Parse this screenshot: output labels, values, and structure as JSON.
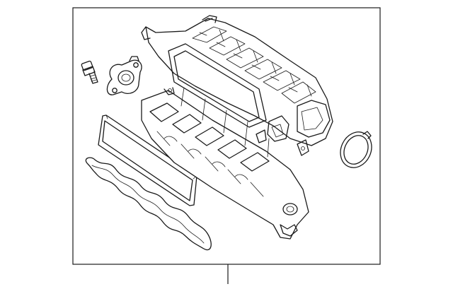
{
  "diagram": {
    "parts": [
      {
        "id": "bolt",
        "kind": "fastener"
      },
      {
        "id": "sensor",
        "kind": "sensor-with-flange"
      },
      {
        "id": "rectangular-gasket",
        "kind": "gasket"
      },
      {
        "id": "wavy-gasket",
        "kind": "gasket"
      },
      {
        "id": "intake-manifold",
        "kind": "main-assembly"
      },
      {
        "id": "round-seal",
        "kind": "o-ring"
      }
    ],
    "colors": {
      "line": "#1a1a1a",
      "background": "#ffffff"
    }
  }
}
